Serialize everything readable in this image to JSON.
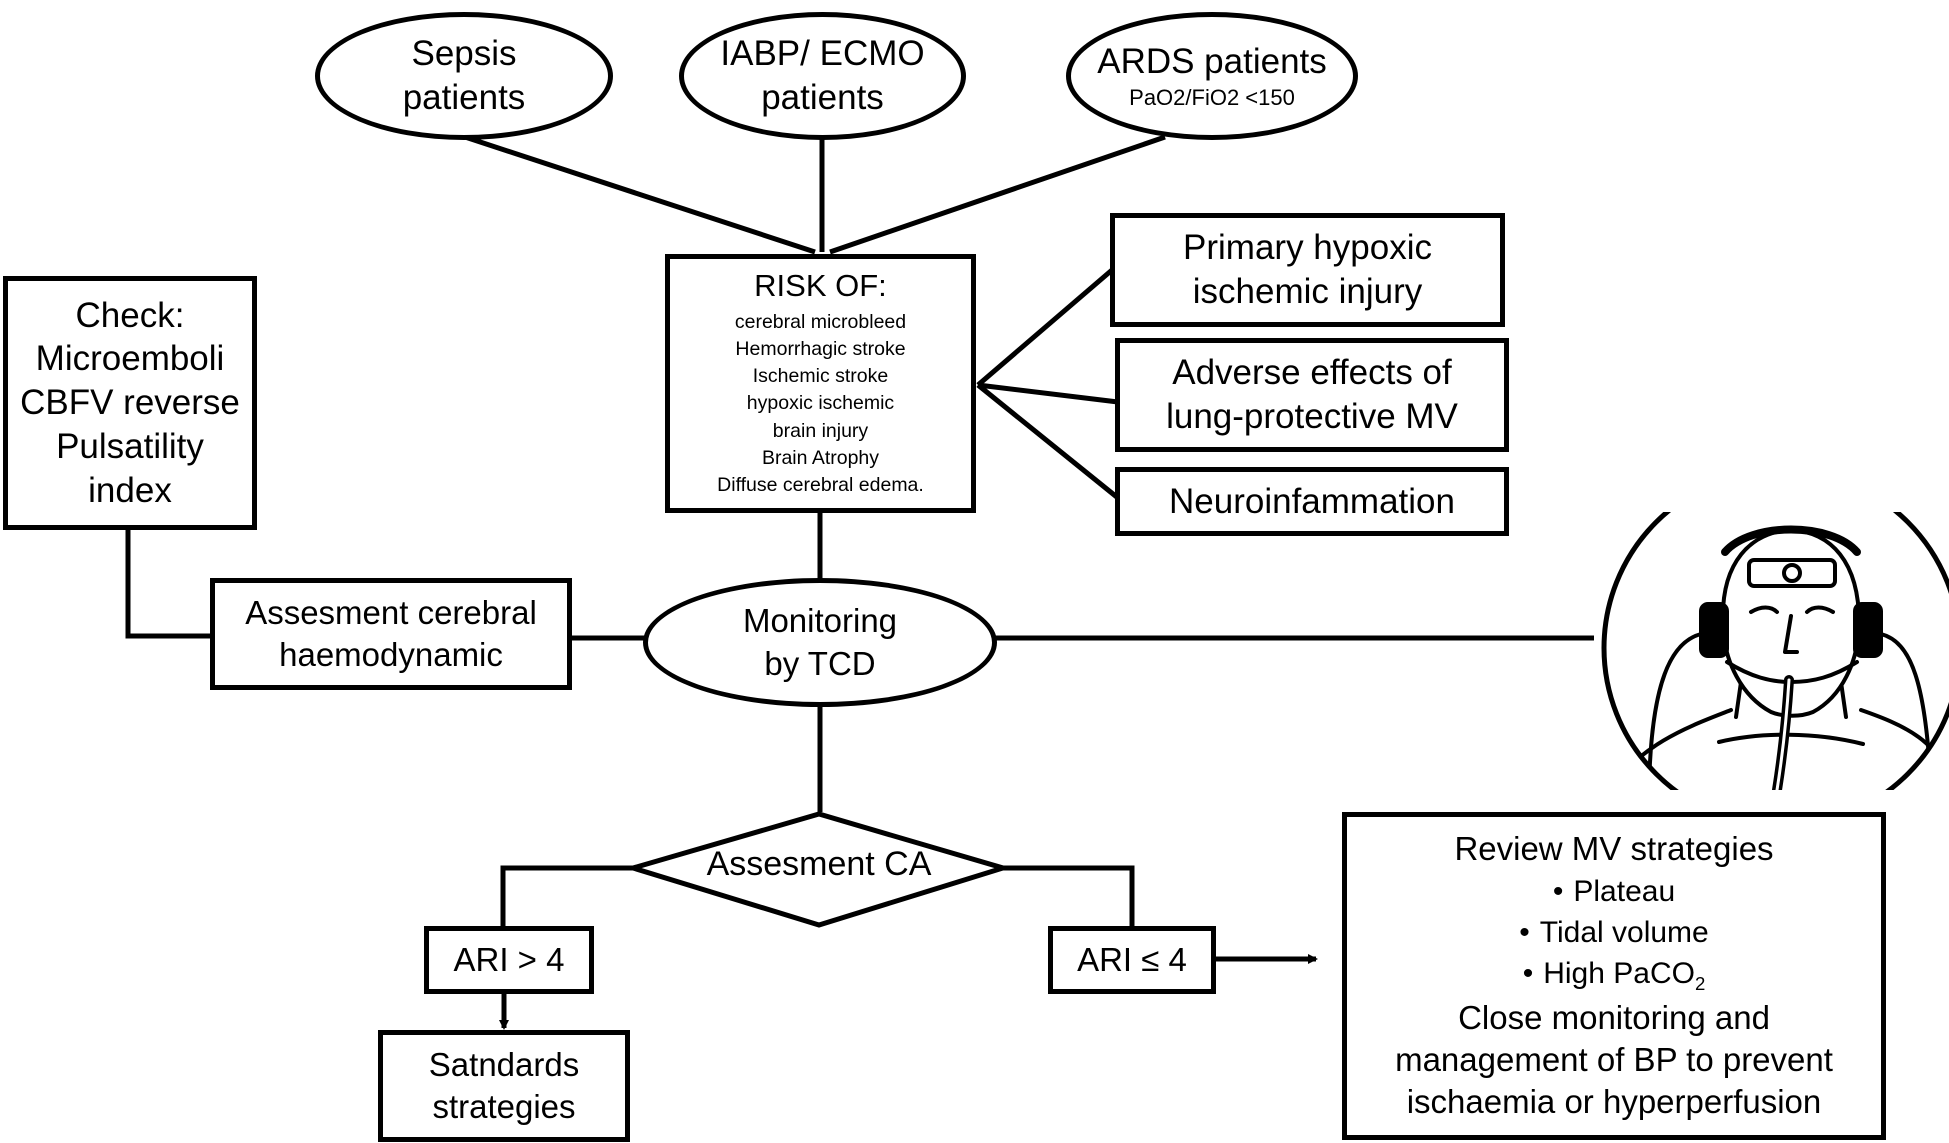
{
  "populations": {
    "sepsis": {
      "line1": "Sepsis",
      "line2": "patients"
    },
    "iabp": {
      "line1": "IABP/ ECMO",
      "line2": "patients"
    },
    "ards": {
      "line1": "ARDS patients",
      "line2": "PaO2/FiO2 <150"
    }
  },
  "risk": {
    "title": "RISK OF:",
    "items": [
      "cerebral microbleed",
      "Hemorrhagic stroke",
      "Ischemic stroke",
      "hypoxic ischemic",
      "brain injury",
      "Brain Atrophy",
      "Diffuse cerebral edema."
    ]
  },
  "mechanisms": {
    "primary": {
      "line1": "Primary hypoxic",
      "line2": "ischemic injury"
    },
    "adverse": {
      "line1": "Adverse effects of",
      "line2": "lung-protective MV"
    },
    "neuro": {
      "line1": "Neuroinfammation"
    }
  },
  "check": {
    "lines": [
      "Check:",
      "Microemboli",
      "CBFV reverse",
      "Pulsatility",
      "index"
    ]
  },
  "assessment_haemo": {
    "line1": "Assesment cerebral",
    "line2": "haemodynamic"
  },
  "monitoring": {
    "line1": "Monitoring",
    "line2": "by TCD"
  },
  "assessment_ca": {
    "label": "Assesment CA"
  },
  "ari_high": {
    "label": "ARI > 4"
  },
  "ari_low": {
    "label": "ARI ≤ 4"
  },
  "standards": {
    "line1": "Satndards",
    "line2": "strategies"
  },
  "review": {
    "title": "Review MV strategies",
    "bullets": {
      "plateau": "Plateau",
      "tidal": "Tidal volume",
      "paco2_prefix": "High PaCO",
      "paco2_sub": "2"
    },
    "bullet_symbol": "•",
    "closing": [
      "Close monitoring and",
      "management of BP to prevent",
      "ischaemia or hyperperfusion"
    ]
  },
  "illustration": {
    "icon": "patient-with-tcd-headset-icon"
  }
}
